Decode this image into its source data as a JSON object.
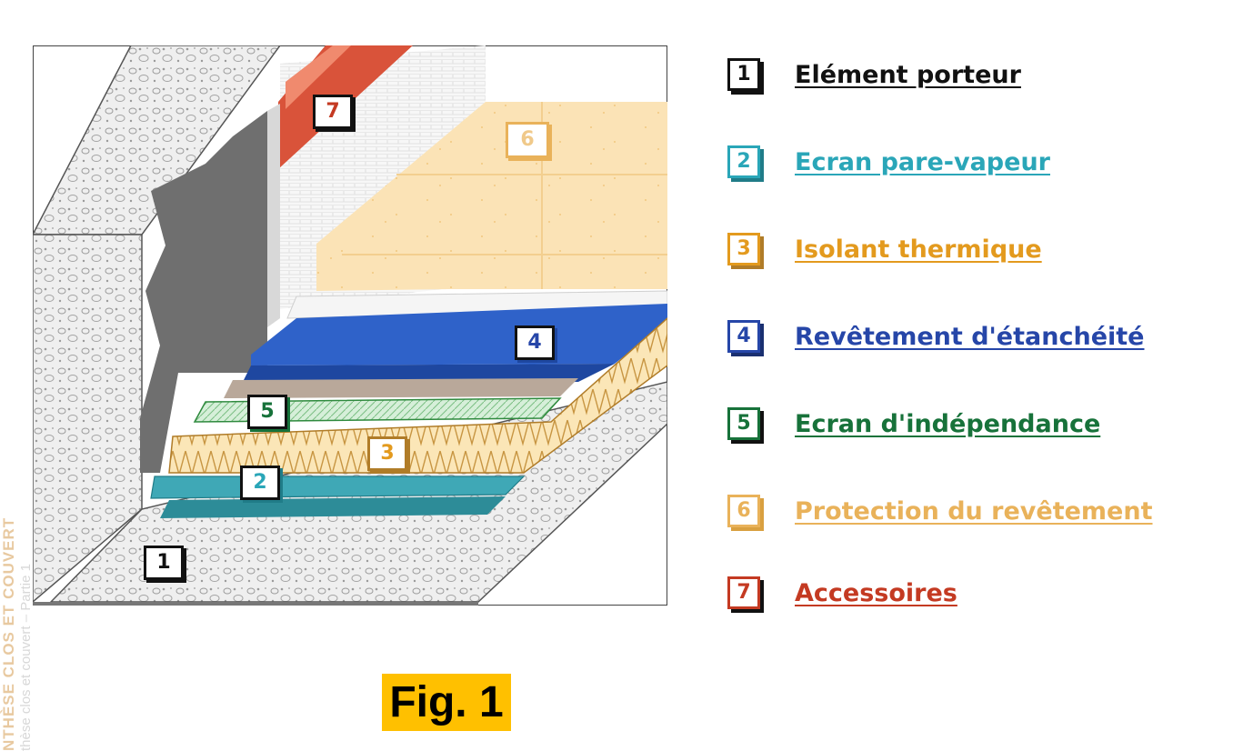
{
  "diagram": {
    "badges": [
      "1",
      "2",
      "3",
      "4",
      "5",
      "6",
      "7"
    ]
  },
  "legend": {
    "items": [
      {
        "number": "1",
        "label": "Elément porteur",
        "color": "#111111"
      },
      {
        "number": "2",
        "label": "Ecran pare-vapeur",
        "color": "#2aa6b8"
      },
      {
        "number": "3",
        "label": "Isolant thermique",
        "color": "#e39a1e"
      },
      {
        "number": "4",
        "label": "Revêtement d'étanchéité",
        "color": "#2646a8"
      },
      {
        "number": "5",
        "label": "Ecran d'indépendance",
        "color": "#17723a"
      },
      {
        "number": "6",
        "label": "Protection du revêtement",
        "color": "#e9b25a"
      },
      {
        "number": "7",
        "label": "Accessoires",
        "color": "#c43a22"
      }
    ]
  },
  "caption": {
    "text": "Fig. 1",
    "background": "#ffc000"
  },
  "side_text": {
    "line1": "NTHÈSE CLOS ET COUVERT",
    "line2": "thèse clos et couvert – Partie 1"
  }
}
